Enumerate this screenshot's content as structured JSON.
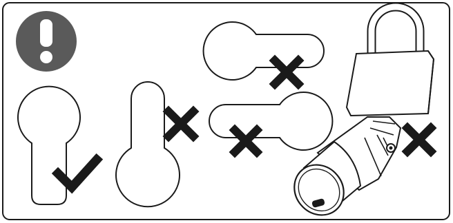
{
  "illustration": {
    "notice_icon": "exclamation-icon",
    "shapes": [
      {
        "name": "euro-profile-cylinder",
        "status": "compatible",
        "mark_icon": "checkmark-icon"
      },
      {
        "name": "inverted-keyhole-profile",
        "status": "incompatible",
        "mark_icon": "cross-icon"
      },
      {
        "name": "horizontal-keyhole-profile-left",
        "status": "incompatible",
        "mark_icon": "cross-icon"
      },
      {
        "name": "horizontal-keyhole-profile-right",
        "status": "incompatible",
        "mark_icon": "cross-icon"
      },
      {
        "name": "padlock-with-cylinder",
        "status": "incompatible",
        "mark_icon": "cross-icon"
      }
    ]
  },
  "colors": {
    "badge": "#5a5a5a",
    "mark": "#1a1a1a",
    "outline": "#1a1a1a",
    "background": "#ffffff"
  }
}
